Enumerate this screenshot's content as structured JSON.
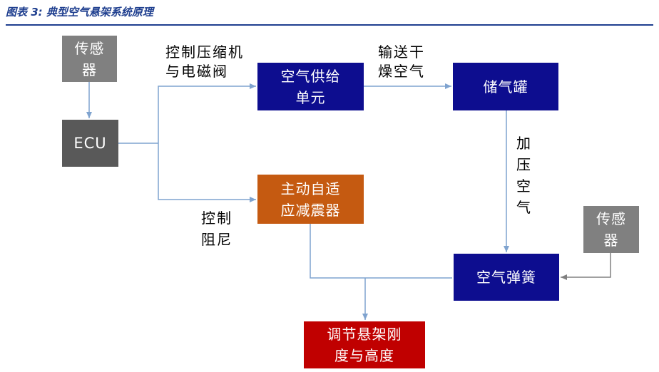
{
  "title": "图表 3:  典型空气悬架系统原理",
  "colors": {
    "sensor": "#808080",
    "ecu": "#595959",
    "navy": "#0d0d8f",
    "orange": "#c55a11",
    "red": "#c00000",
    "line": "#7fa3cf",
    "title": "#1f3f8f"
  },
  "nodes": {
    "sensor_left": [
      "传感",
      "器"
    ],
    "ecu": [
      "ECU"
    ],
    "air_supply": [
      "空气供给",
      "单元"
    ],
    "air_tank": [
      "储气罐"
    ],
    "damper": [
      "主动自适",
      "应减震器"
    ],
    "air_spring": [
      "空气弹簧"
    ],
    "sensor_right": [
      "传感",
      "器"
    ],
    "result": [
      "调节悬架刚",
      "度与高度"
    ]
  },
  "labels": {
    "control_compressor": [
      "控制压缩机",
      "与电磁阀"
    ],
    "dry_air": [
      "输送干",
      "燥空气"
    ],
    "pressurized_air": [
      "加",
      "压",
      "空",
      "气"
    ],
    "control_damping": [
      "控制",
      "阻尼"
    ]
  }
}
